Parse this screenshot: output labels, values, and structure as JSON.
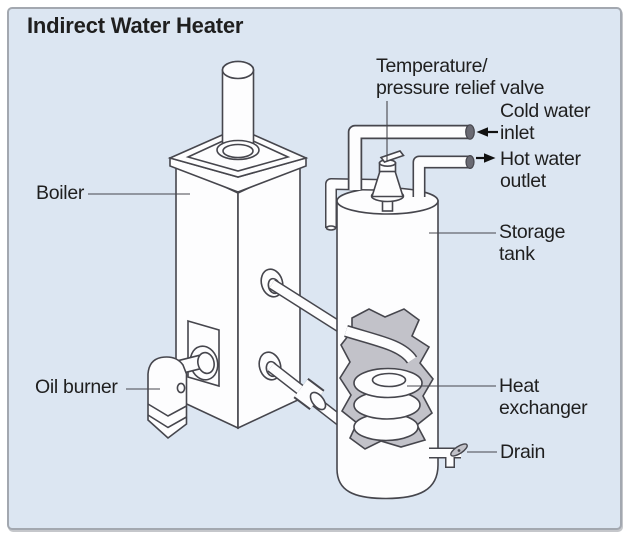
{
  "title": "Indirect Water Heater",
  "labels": {
    "boiler": "Boiler",
    "oil_burner": "Oil burner",
    "relief_valve": {
      "line1": "Temperature/",
      "line2": "pressure relief valve"
    },
    "cold_inlet": {
      "line1": "Cold water",
      "line2": "inlet"
    },
    "hot_outlet": {
      "line1": "Hot water",
      "line2": "outlet"
    },
    "storage_tank": {
      "line1": "Storage",
      "line2": "tank"
    },
    "heat_exchanger": {
      "line1": "Heat",
      "line2": "exchanger"
    },
    "drain": "Drain"
  },
  "icons": {
    "cold_inlet_flow_arrow": "left-arrow",
    "hot_outlet_flow_arrow": "right-arrow"
  },
  "colors": {
    "page_background": "#ffffff",
    "panel_background": "#dce6f2",
    "panel_border": "#a3a8b0",
    "outline": "#46464d",
    "component_fill": "#fdfdfe",
    "cutaway_gray": "#c2c2c9",
    "pipe_cap_gray": "#6a6a73",
    "arrow_black": "#111111",
    "text": "#1f1f1f"
  }
}
